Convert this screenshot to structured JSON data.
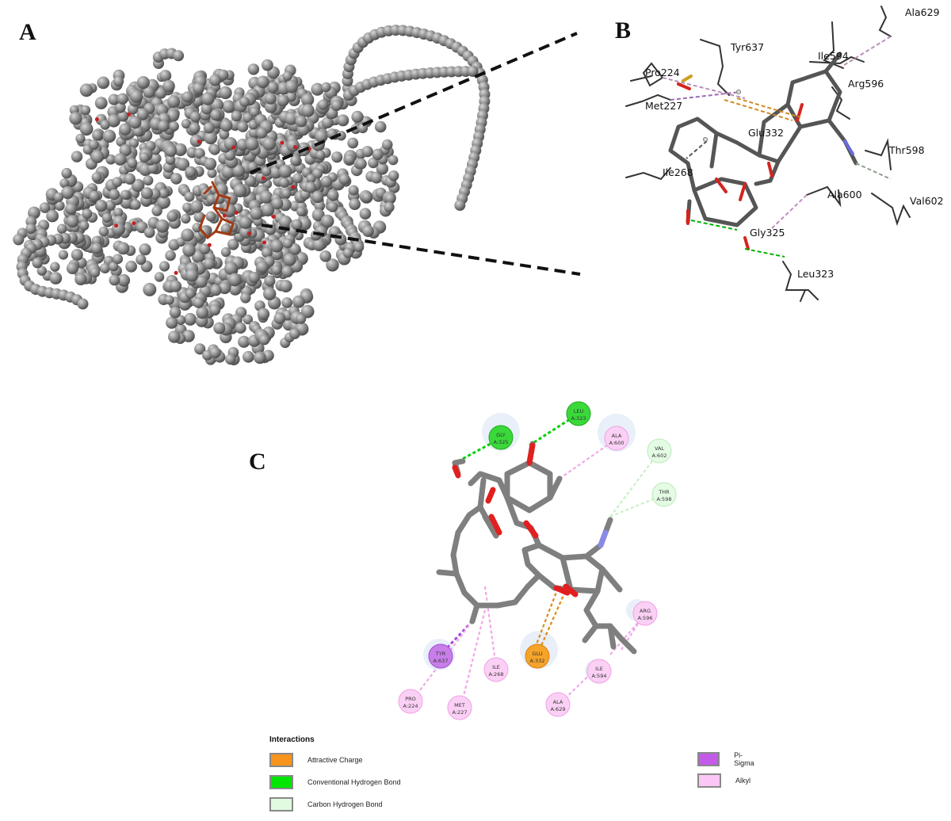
{
  "panels": {
    "a": "A",
    "b": "B",
    "c": "C"
  },
  "panel_b": {
    "labels": {
      "ala629": "Ala629",
      "tyr637": "Tyr637",
      "ile594": "Ile594",
      "pro224": "Pro224",
      "arg596": "Arg596",
      "met227": "Met227",
      "glu332": "Glu332",
      "thr598": "Thr598",
      "ile268": "Ile268",
      "ala600": "Ala600",
      "val602": "Val602",
      "gly325": "Gly325",
      "leu323": "Leu323"
    }
  },
  "panel_c": {
    "residues": {
      "leu323": {
        "name": "LEU",
        "id": "A:323"
      },
      "gly325": {
        "name": "GLY",
        "id": "A:325"
      },
      "ala600": {
        "name": "ALA",
        "id": "A:600"
      },
      "val602": {
        "name": "VAL",
        "id": "A:602"
      },
      "thr598": {
        "name": "THR",
        "id": "A:598"
      },
      "arg596": {
        "name": "ARG",
        "id": "A:596"
      },
      "tyr637": {
        "name": "TYR",
        "id": "A:637"
      },
      "ile268": {
        "name": "ILE",
        "id": "A:268"
      },
      "glu332": {
        "name": "GLU",
        "id": "A:332"
      },
      "ile594": {
        "name": "ILE",
        "id": "A:594"
      },
      "pro224": {
        "name": "PRO",
        "id": "A:224"
      },
      "met227": {
        "name": "MET",
        "id": "A:227"
      },
      "ala629": {
        "name": "ALA",
        "id": "A:629"
      }
    }
  },
  "legend": {
    "title": "Interactions",
    "items": {
      "attractive_charge": {
        "label": "Attractive Charge",
        "color": "#f7941d"
      },
      "conventional_hbond": {
        "label": "Conventional Hydrogen Bond",
        "color": "#00e600"
      },
      "carbon_hbond": {
        "label": "Carbon Hydrogen Bond",
        "color": "#e1fbe1"
      },
      "pi_sigma": {
        "label": "Pi-Sigma",
        "color": "#c35ae8"
      },
      "alkyl": {
        "label": "Alkyl",
        "color": "#fbc7f5"
      }
    }
  }
}
